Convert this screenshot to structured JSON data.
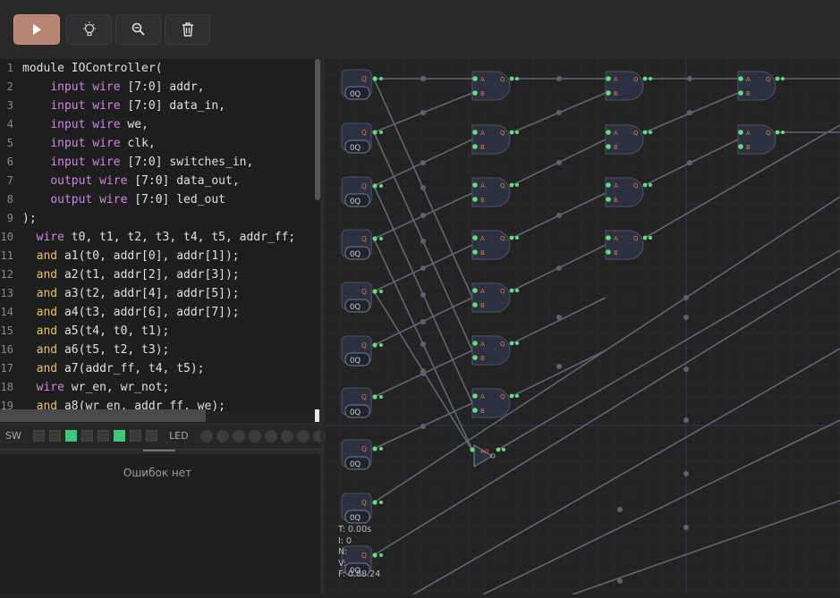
{
  "toolbar": {
    "buttons": [
      "run",
      "lightbulb",
      "zoom",
      "trash"
    ]
  },
  "editor": {
    "line_numbers": [
      "1",
      "2",
      "3",
      "4",
      "5",
      "6",
      "7",
      "8",
      "9",
      "10",
      "11",
      "12",
      "13",
      "14",
      "15",
      "16",
      "17",
      "18",
      "19"
    ],
    "lines": [
      [
        [
          "var",
          "module IOController("
        ]
      ],
      [
        [
          "var",
          "    "
        ],
        [
          "kw",
          "input"
        ],
        [
          "var",
          " "
        ],
        [
          "kw",
          "wire"
        ],
        [
          "var",
          " [7:0] addr,"
        ]
      ],
      [
        [
          "var",
          "    "
        ],
        [
          "kw",
          "input"
        ],
        [
          "var",
          " "
        ],
        [
          "kw",
          "wire"
        ],
        [
          "var",
          " [7:0] data_in,"
        ]
      ],
      [
        [
          "var",
          "    "
        ],
        [
          "kw",
          "input"
        ],
        [
          "var",
          " "
        ],
        [
          "kw",
          "wire"
        ],
        [
          "var",
          " we,"
        ]
      ],
      [
        [
          "var",
          "    "
        ],
        [
          "kw",
          "input"
        ],
        [
          "var",
          " "
        ],
        [
          "kw",
          "wire"
        ],
        [
          "var",
          " clk,"
        ]
      ],
      [
        [
          "var",
          "    "
        ],
        [
          "kw",
          "input"
        ],
        [
          "var",
          " "
        ],
        [
          "kw",
          "wire"
        ],
        [
          "var",
          " [7:0] switches_in,"
        ]
      ],
      [
        [
          "var",
          "    "
        ],
        [
          "kw",
          "output"
        ],
        [
          "var",
          " "
        ],
        [
          "kw",
          "wire"
        ],
        [
          "var",
          " [7:0] data_out,"
        ]
      ],
      [
        [
          "var",
          "    "
        ],
        [
          "kw",
          "output"
        ],
        [
          "var",
          " "
        ],
        [
          "kw",
          "wire"
        ],
        [
          "var",
          " [7:0] led_out"
        ]
      ],
      [
        [
          "var",
          ");"
        ]
      ],
      [
        [
          "var",
          "  "
        ],
        [
          "kw",
          "wire"
        ],
        [
          "var",
          " t0, t1, t2, t3, t4, t5, addr_ff;"
        ]
      ],
      [
        [
          "var",
          "  "
        ],
        [
          "gate",
          "and"
        ],
        [
          "var",
          " a1(t0, addr[0], addr[1]);"
        ]
      ],
      [
        [
          "var",
          "  "
        ],
        [
          "gate",
          "and"
        ],
        [
          "var",
          " a2(t1, addr[2], addr[3]);"
        ]
      ],
      [
        [
          "var",
          "  "
        ],
        [
          "gate",
          "and"
        ],
        [
          "var",
          " a3(t2, addr[4], addr[5]);"
        ]
      ],
      [
        [
          "var",
          "  "
        ],
        [
          "gate",
          "and"
        ],
        [
          "var",
          " a4(t3, addr[6], addr[7]);"
        ]
      ],
      [
        [
          "var",
          "  "
        ],
        [
          "gate",
          "and"
        ],
        [
          "var",
          " a5(t4, t0, t1);"
        ]
      ],
      [
        [
          "var",
          "  "
        ],
        [
          "gate",
          "and"
        ],
        [
          "var",
          " a6(t5, t2, t3);"
        ]
      ],
      [
        [
          "var",
          "  "
        ],
        [
          "gate",
          "and"
        ],
        [
          "var",
          " a7(addr_ff, t4, t5);"
        ]
      ],
      [
        [
          "var",
          "  "
        ],
        [
          "kw",
          "wire"
        ],
        [
          "var",
          " wr_en, wr_not;"
        ]
      ],
      [
        [
          "var",
          "  "
        ],
        [
          "gate",
          "and"
        ],
        [
          "var",
          " a8(wr_en, addr_ff, we);"
        ]
      ]
    ]
  },
  "io": {
    "sw_label": "SW",
    "led_label": "LED",
    "switches": [
      false,
      false,
      true,
      false,
      false,
      true,
      false,
      false
    ],
    "leds": [
      false,
      false,
      false,
      false,
      false,
      false,
      false,
      false
    ]
  },
  "errors": {
    "text": "Ошибок нет"
  },
  "circuit": {
    "input_q_label": "Q",
    "input_value_label": "0Q",
    "inputs_count": 10,
    "gate_pin_a": "A",
    "gate_pin_b": "B",
    "gate_pin_q": "Q",
    "not_label": "AQ"
  },
  "stats": {
    "time": "T: 0.00s",
    "iterations": "I: 0",
    "line3": "N:",
    "line4": "V:",
    "fps": "F: 0.08.24"
  },
  "colors": {
    "accent": "#b98573",
    "pin_green": "#5ee07a",
    "switch_on": "#3ec97a",
    "pin_orange": "#e8734a"
  }
}
